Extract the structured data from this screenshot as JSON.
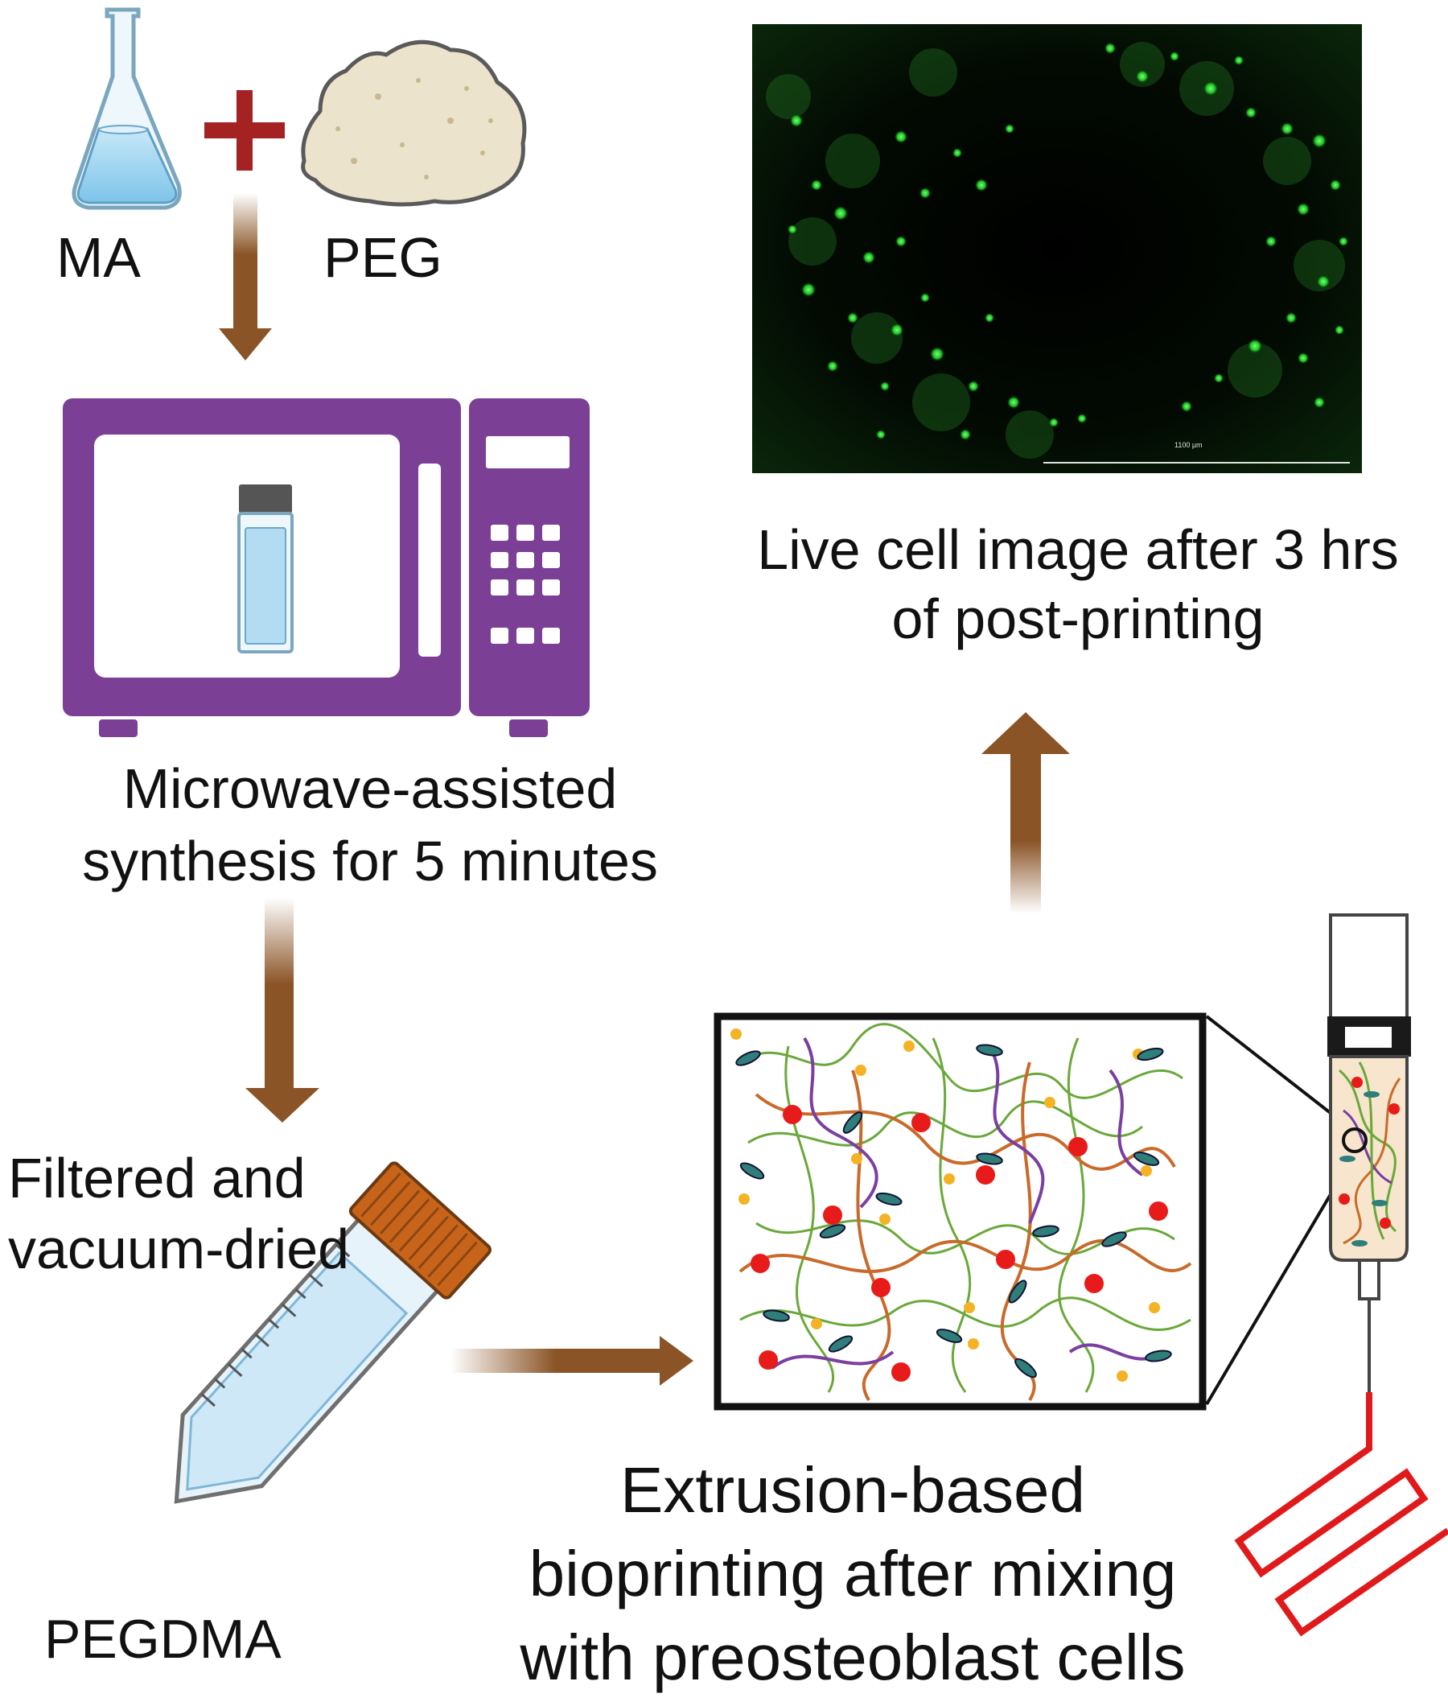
{
  "labels": {
    "ma": "MA",
    "peg": "PEG",
    "microwave": [
      "Microwave-assisted",
      "synthesis for 5 minutes"
    ],
    "live_cell": [
      "Live cell image after 3 hrs",
      "of post-printing"
    ],
    "filtered": [
      "Filtered and",
      "vacuum-dried"
    ],
    "pegdma": "PEGDMA",
    "extrusion": [
      "Extrusion-based",
      "bioprinting after mixing",
      "with preosteoblast cells"
    ],
    "scale_bar": "1100 µm"
  },
  "colors": {
    "arrow_brown": "#8a5426",
    "plus_red": "#a52222",
    "microwave_purple": "#7b3f96",
    "flask_liquid": "#9fd4ef",
    "tube_cap": "#c8641a",
    "fluorescence_green": "#3dff4a",
    "print_path_red": "#e01a1a"
  },
  "icons": [
    "flask-icon",
    "powder-icon",
    "plus-icon",
    "microwave-icon",
    "vial-icon",
    "centrifuge-tube-icon",
    "syringe-icon",
    "hydrogel-network-icon",
    "print-path-icon"
  ]
}
